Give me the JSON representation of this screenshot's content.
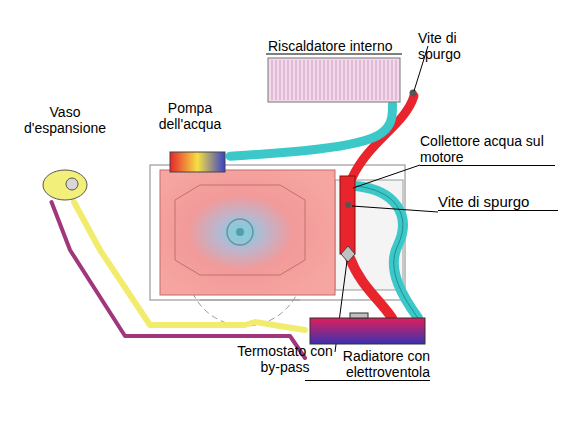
{
  "diagram": {
    "nodes": [
      {
        "text": [
          "Riscaldatore interno"
        ]
      },
      {
        "text": [
          "Pompa dell'acqua"
        ]
      },
      {
        "text": [
          "Vaso d'espansione"
        ]
      },
      {
        "text": [
          "Radiatore con elettroventola"
        ]
      }
    ],
    "edges": [
      {
        "from": 1,
        "to": 0,
        "arrow": "none"
      },
      {
        "from": 2,
        "to": 3,
        "arrow": "none"
      },
      {
        "from": 2,
        "to": 3,
        "arrow": "none"
      }
    ],
    "labels": [
      "Vite di spurgo",
      "Collettore acqua sul motore",
      "Vite di spurgo",
      "Termostato con by-pass"
    ]
  }
}
